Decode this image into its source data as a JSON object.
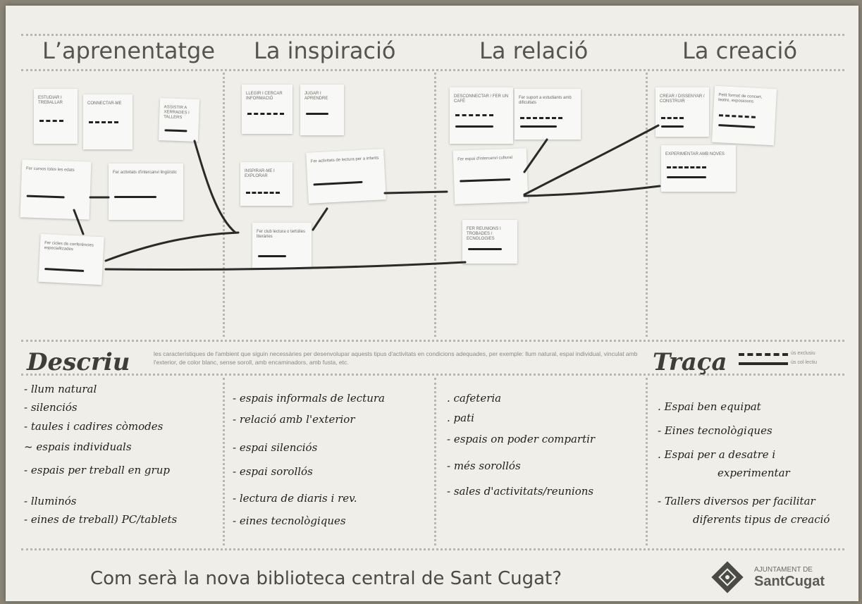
{
  "columns": [
    {
      "title": "L’aprenentatge"
    },
    {
      "title": "La inspiració"
    },
    {
      "title": "La relació"
    },
    {
      "title": "La creació"
    }
  ],
  "cards": {
    "c1": "ESTUDIAR I TREBALLAR",
    "c2": "CONNECTAR-ME",
    "c3": "ASSISTIR A XERRADES I TALLERS",
    "c4": "Fer cursos totes les edats",
    "c5": "Fer activitats d'intercanvi lingüístic",
    "c6": "Fer cicles de conferències especialitzades",
    "c7": "LLEGIR I CERCAR INFORMACIÓ",
    "c8": "JUGAR I APRENDRE",
    "c9": "INSPIRAR-ME I EXPLORAR",
    "c10": "Fer activitats de lectura per a infants",
    "c11": "Fer club lectura o tertúlies literàries",
    "c12": "DESCONNECTAR / FER UN CAFÈ",
    "c13": "Fer suport a estudiants amb dificultats",
    "c14": "Fer espai d'intercanvi cultural",
    "c15": "FER REUNIONS I TROBADES / ECNOLOGIES",
    "c16": "CREAR / DISSENYAR / CONSTRUIR",
    "c17": "Petit format de concert, teatre, exposicions",
    "c18": "EXPERIMENTAR AMB NOVES"
  },
  "describe": {
    "title": "Descriu",
    "text": "les característiques de l'ambient que siguin necessàries per desenvolupar aquests tipus d'activitats en condicions adequades, per exemple: llum natural, espai individual, vinculat amb l'exterior, de color blanc, sense soroll, amb encaminadors, amb fusta, etc."
  },
  "trace": {
    "title": "Traça",
    "legend_individual": "ús exclusiu",
    "legend_collective": "ús col·lectiu"
  },
  "notes": {
    "col1": [
      "- llum natural",
      "- silenciós",
      "- taules i cadires còmodes",
      "~ espais individuals",
      "- espais per treball en grup",
      "- lluminós",
      "- eines de treball) PC/tablets"
    ],
    "col2": [
      "- espais informals de lectura",
      "- relació amb l'exterior",
      "- espai silenciós",
      "- espai sorollós",
      "- lectura de diaris i rev.",
      "- eines tecnològiques"
    ],
    "col3": [
      ". cafeteria",
      ". pati",
      "- espais on poder compartir",
      "- més sorollós",
      "- sales d'activitats/reunions"
    ],
    "col4": [
      ". Espai ben equipat",
      "- Eines tecnològiques",
      ". Espai per a desatre i",
      "experimentar",
      "- Tallers diversos per facilitar",
      "diferents tipus de creació"
    ]
  },
  "footer": {
    "question": "Com serà la nova biblioteca central de Sant Cugat?",
    "logo_top": "AJUNTAMENT DE",
    "logo_bottom": "SantCugat"
  },
  "colors": {
    "paper": "#efeee9",
    "ink": "#1e1e1c",
    "print": "#55554f"
  }
}
